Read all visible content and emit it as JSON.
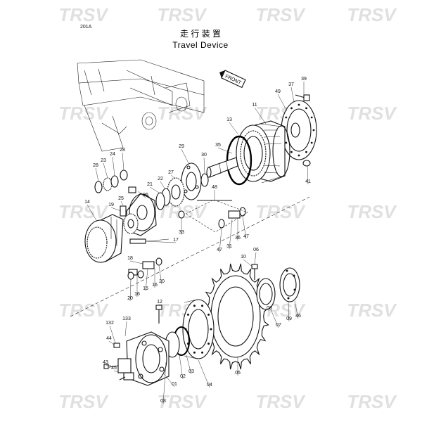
{
  "page_code": "201A",
  "title_cn": "走 行 装 置",
  "title_en": "Travel Device",
  "front_tag": "FRONT",
  "watermark": "TRSV",
  "callouts": [
    {
      "id": "c39",
      "text": "39"
    },
    {
      "id": "c37",
      "text": "37"
    },
    {
      "id": "c49",
      "text": "49"
    },
    {
      "id": "c11",
      "text": "11"
    },
    {
      "id": "c13",
      "text": "13"
    },
    {
      "id": "c35",
      "text": "35"
    },
    {
      "id": "c41",
      "text": "41"
    },
    {
      "id": "c29",
      "text": "29"
    },
    {
      "id": "c30",
      "text": "30"
    },
    {
      "id": "c48",
      "text": "48"
    },
    {
      "id": "c24",
      "text": "24"
    },
    {
      "id": "c28a",
      "text": "28"
    },
    {
      "id": "c23",
      "text": "23"
    },
    {
      "id": "c28b",
      "text": "28"
    },
    {
      "id": "c27",
      "text": "27"
    },
    {
      "id": "c22",
      "text": "22"
    },
    {
      "id": "c21",
      "text": "21"
    },
    {
      "id": "c26",
      "text": "26"
    },
    {
      "id": "c25",
      "text": "25"
    },
    {
      "id": "c19",
      "text": "19"
    },
    {
      "id": "c14",
      "text": "14"
    },
    {
      "id": "c17",
      "text": "17"
    },
    {
      "id": "c33",
      "text": "33"
    },
    {
      "id": "c47a",
      "text": "47"
    },
    {
      "id": "c47b",
      "text": "47"
    },
    {
      "id": "c31",
      "text": "31"
    },
    {
      "id": "c36",
      "text": "36"
    },
    {
      "id": "c18",
      "text": "18"
    },
    {
      "id": "c15",
      "text": "15"
    },
    {
      "id": "c16a",
      "text": "16"
    },
    {
      "id": "c20a",
      "text": "20"
    },
    {
      "id": "c16b",
      "text": "16"
    },
    {
      "id": "c20b",
      "text": "20"
    },
    {
      "id": "c06",
      "text": "06"
    },
    {
      "id": "c10",
      "text": "10"
    },
    {
      "id": "c08",
      "text": "08"
    },
    {
      "id": "c09",
      "text": "09"
    },
    {
      "id": "c46",
      "text": "46"
    },
    {
      "id": "c07",
      "text": "07"
    },
    {
      "id": "c12",
      "text": "12"
    },
    {
      "id": "c132",
      "text": "132"
    },
    {
      "id": "c133",
      "text": "133"
    },
    {
      "id": "c44",
      "text": "44"
    },
    {
      "id": "c43",
      "text": "43"
    },
    {
      "id": "c45",
      "text": "45"
    },
    {
      "id": "c01",
      "text": "01"
    },
    {
      "id": "c02",
      "text": "02"
    },
    {
      "id": "c03a",
      "text": "03"
    },
    {
      "id": "c03b",
      "text": "03"
    },
    {
      "id": "c04",
      "text": "04"
    },
    {
      "id": "c05",
      "text": "05"
    }
  ]
}
